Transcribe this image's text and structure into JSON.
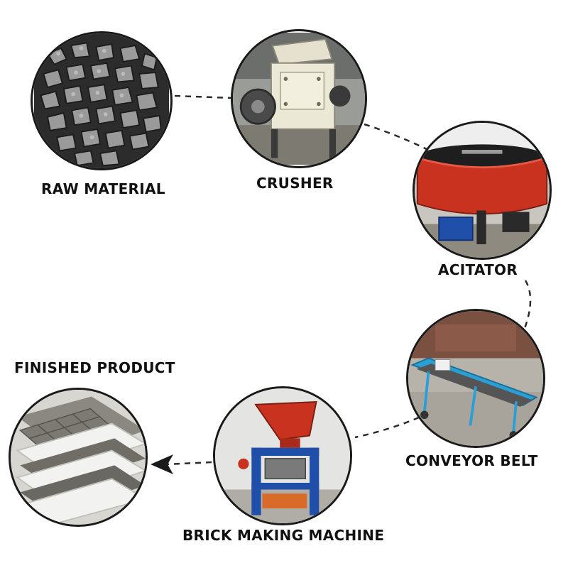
{
  "steps": [
    {
      "id": "raw",
      "label": "RAW MATERIAL",
      "icon": "gravel-pile-photo"
    },
    {
      "id": "crusher",
      "label": "CRUSHER",
      "icon": "hammer-crusher-photo"
    },
    {
      "id": "agitator",
      "label": "ACITATOR",
      "icon": "pan-mixer-photo"
    },
    {
      "id": "conveyor",
      "label": "CONVEYOR BELT",
      "icon": "belt-conveyor-photo"
    },
    {
      "id": "brick_machine",
      "label": "BRICK MAKING MACHINE",
      "icon": "block-machine-photo"
    },
    {
      "id": "finished",
      "label": "FINISHED PRODUCT",
      "icon": "brick-stack-photo"
    }
  ],
  "flow_direction": "clockwise, ending with arrow into finished product",
  "colors": {
    "label_text": "#111111",
    "connector": "#2a2a2a",
    "circle_border": "#1a1a1a",
    "mixer_red": "#c8321f",
    "machine_blue": "#1f4fa8",
    "conveyor_blue": "#2a9fd6"
  }
}
